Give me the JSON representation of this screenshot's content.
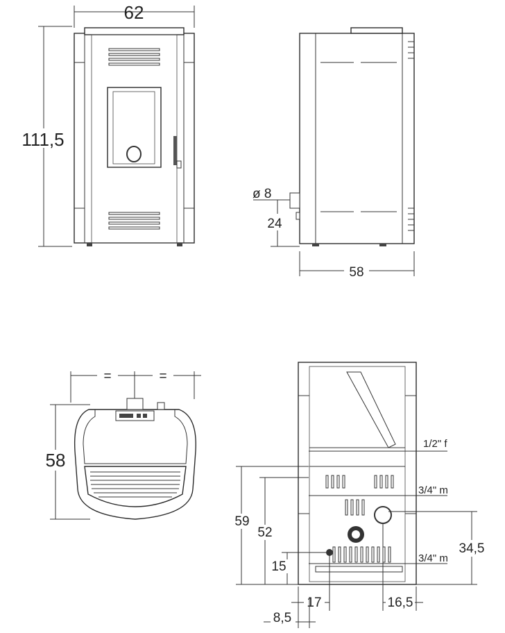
{
  "front_view": {
    "width_label": "62",
    "height_label": "111,5"
  },
  "side_view": {
    "outlet_diameter_label": "ø 8",
    "outlet_height_label": "24",
    "depth_label": "58"
  },
  "top_view": {
    "equal_left_label": "=",
    "equal_right_label": "=",
    "depth_label": "58"
  },
  "rear_view": {
    "fitting_top_label": "1/2\" f",
    "fitting_mid_label": "3/4\" m",
    "fitting_low_label": "3/4\" m",
    "h59_label": "59",
    "h52_label": "52",
    "h15_label": "15",
    "h345_label": "34,5",
    "w17_label": "17",
    "w165_label": "16,5",
    "w85_label": "8,5"
  }
}
